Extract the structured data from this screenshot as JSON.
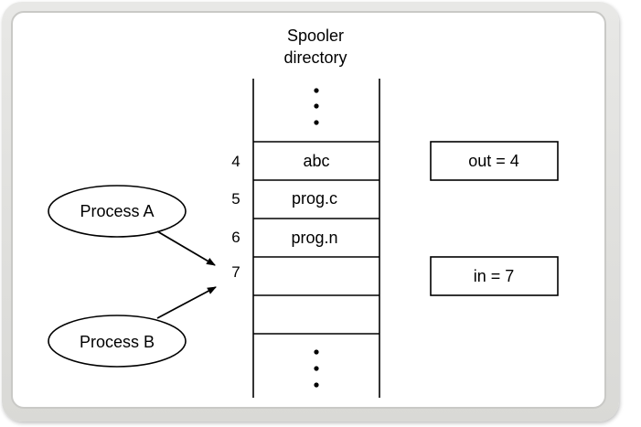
{
  "header": {
    "line1": "Spooler",
    "line2": "directory"
  },
  "slots": [
    {
      "index": "4",
      "content": "abc"
    },
    {
      "index": "5",
      "content": "prog.c"
    },
    {
      "index": "6",
      "content": "prog.n"
    },
    {
      "index": "7",
      "content": ""
    }
  ],
  "vars": {
    "out": "out = 4",
    "in": "in = 7"
  },
  "processes": {
    "a": "Process A",
    "b": "Process B"
  }
}
